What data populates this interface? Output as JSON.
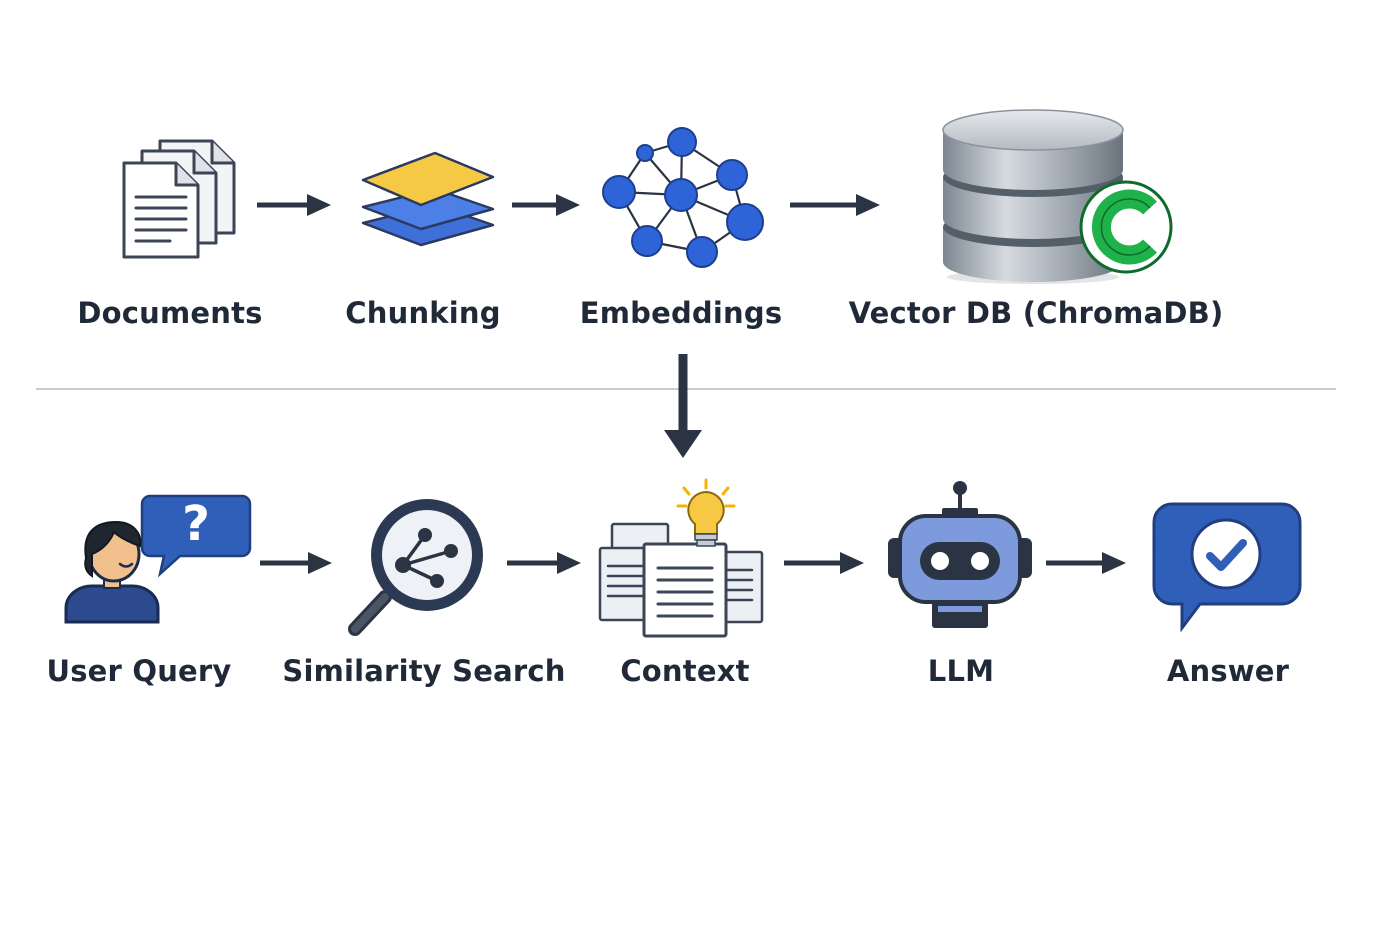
{
  "ingestion_row": [
    {
      "id": "documents",
      "label": "Documents",
      "icon": "documents-icon"
    },
    {
      "id": "chunking",
      "label": "Chunking",
      "icon": "layers-icon"
    },
    {
      "id": "embeddings",
      "label": "Embeddings",
      "icon": "network-graph-icon"
    },
    {
      "id": "vector_db",
      "label": "Vector DB (ChromaDB)",
      "icon": "database-icon",
      "badge_icon": "chromadb-logo-icon"
    }
  ],
  "query_row": [
    {
      "id": "user_query",
      "label": "User Query",
      "icon": "user-question-icon",
      "bubble_text": "?"
    },
    {
      "id": "similarity_search",
      "label": "Similarity Search",
      "icon": "magnifier-graph-icon"
    },
    {
      "id": "context",
      "label": "Context",
      "icon": "documents-lightbulb-icon"
    },
    {
      "id": "llm",
      "label": "LLM",
      "icon": "robot-icon"
    },
    {
      "id": "answer",
      "label": "Answer",
      "icon": "check-bubble-icon"
    }
  ],
  "colors": {
    "text": "#1f2937",
    "arrow": "#2b3443",
    "accent_blue": "#2f63d8",
    "dark_blue": "#2d4a8f",
    "yellow": "#f4c542",
    "chroma_green": "#1fb24a",
    "divider": "#c9ccd1"
  }
}
